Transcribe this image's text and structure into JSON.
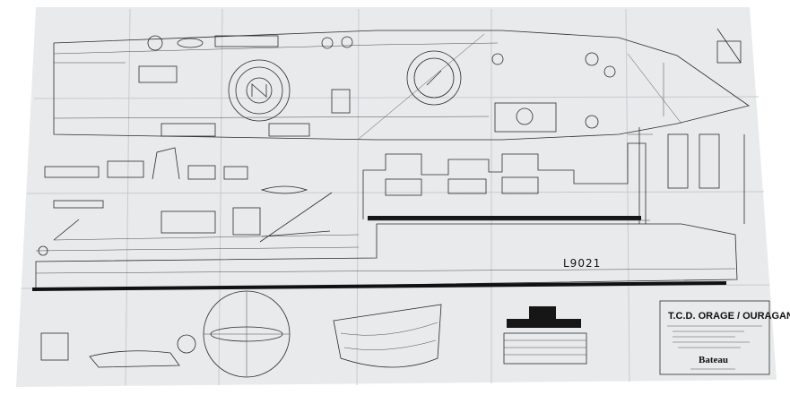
{
  "drawing": {
    "hull_marking": "L9021",
    "title": "T.C.D. ORAGE / OURAGAN",
    "brand": "Bateau",
    "colors": {
      "paper": "#e9eaec",
      "ink": "#2b2b2b",
      "backdrop": "#ffffff"
    }
  }
}
